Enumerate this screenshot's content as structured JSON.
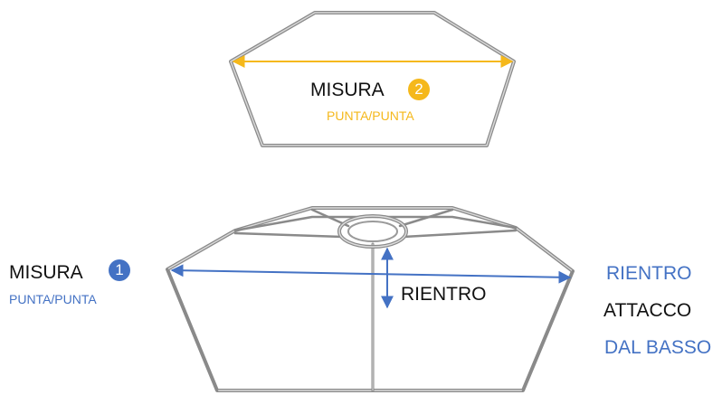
{
  "colors": {
    "blue": "#4472c4",
    "yellow": "#f5b81b",
    "wire": "#7b7b7b",
    "text": "#111111"
  },
  "top_shade": {
    "label": "MISURA",
    "badge": "2",
    "sub": "PUNTA/PUNTA"
  },
  "bottom_shade": {
    "left_label": "MISURA",
    "left_badge": "1",
    "left_sub": "PUNTA/PUNTA",
    "inset_label": "RIENTRO"
  },
  "right_note": {
    "line1": "RIENTRO",
    "line2": "ATTACCO",
    "line3": "DAL BASSO"
  }
}
